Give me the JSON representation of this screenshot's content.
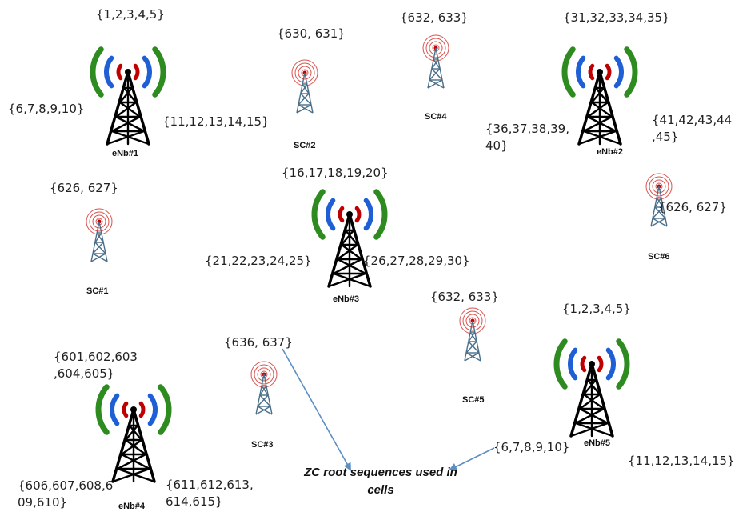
{
  "enb_towers": [
    {
      "caption": "eNb#1",
      "labels": [
        "{1,2,3,4,5}",
        "{6,7,8,9,10}",
        "{11,12,13,14,15}"
      ]
    },
    {
      "caption": "eNb#2",
      "labels": [
        "{31,32,33,34,35}",
        "{36,37,38,39,\n40}",
        "{41,42,43,44\n,45}"
      ]
    },
    {
      "caption": "eNb#3",
      "labels": [
        "{16,17,18,19,20}",
        "{21,22,23,24,25}",
        "{26,27,28,29,30}"
      ]
    },
    {
      "caption": "eNb#4",
      "labels": [
        "{601,602,603\n,604,605}",
        "{606,607,608,6\n09,610}",
        "{611,612,613,\n614,615}"
      ]
    },
    {
      "caption": "eNb#5",
      "labels": [
        "{1,2,3,4,5}",
        "{6,7,8,9,10}",
        "{11,12,13,14,15}"
      ]
    }
  ],
  "small_cells": [
    {
      "caption": "SC#1",
      "label": "{626, 627}"
    },
    {
      "caption": "SC#2",
      "label": "{630, 631}"
    },
    {
      "caption": "SC#3",
      "label": "{636, 637}"
    },
    {
      "caption": "SC#4",
      "label": "{632, 633}"
    },
    {
      "caption": "SC#5",
      "label": "{632, 633}"
    },
    {
      "caption": "SC#6",
      "label": "{626, 627}"
    }
  ],
  "annotation": {
    "line1": "ZC root sequences  used in",
    "line2": "cells"
  },
  "colors": {
    "wave_inner": "#c00000",
    "wave_middle": "#1f5fd6",
    "wave_outer": "#2e8b1f",
    "small_cell_ring": "#d9534f",
    "small_cell_tower": "#4a6f8a",
    "arrow": "#5b8ec4",
    "tower": "#000000"
  }
}
